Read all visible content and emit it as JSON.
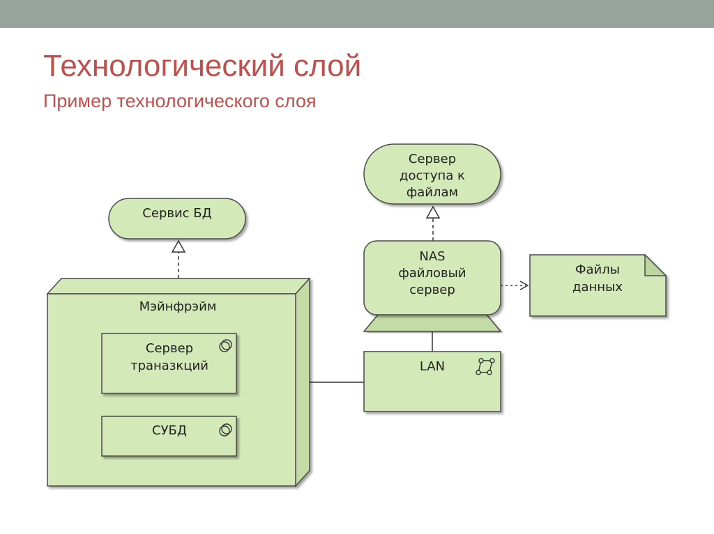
{
  "slide": {
    "title": "Технологический слой",
    "subtitle": "Пример технологического слоя"
  },
  "diagram": {
    "colors": {
      "fill": "#d3e9b8",
      "stroke": "#4a4a4a",
      "title": "#c0504d",
      "topbar": "#98a49b"
    },
    "service_db": {
      "label": "Сервис БД"
    },
    "service_files": {
      "line1": "Сервер",
      "line2": "доступа к",
      "line3": "файлам"
    },
    "mainframe": {
      "label": "Мэйнфрэйм",
      "transaction_server": {
        "line1": "Сервер",
        "line2": "траназкций",
        "icon": "system-software-icon"
      },
      "dbms": {
        "label": "СУБД",
        "icon": "system-software-icon"
      }
    },
    "nas": {
      "line1": "NAS",
      "line2": "файловый",
      "line3": "сервер"
    },
    "data_files": {
      "line1": "Файлы",
      "line2": "данных"
    },
    "lan": {
      "label": "LAN",
      "icon": "network-icon"
    }
  }
}
